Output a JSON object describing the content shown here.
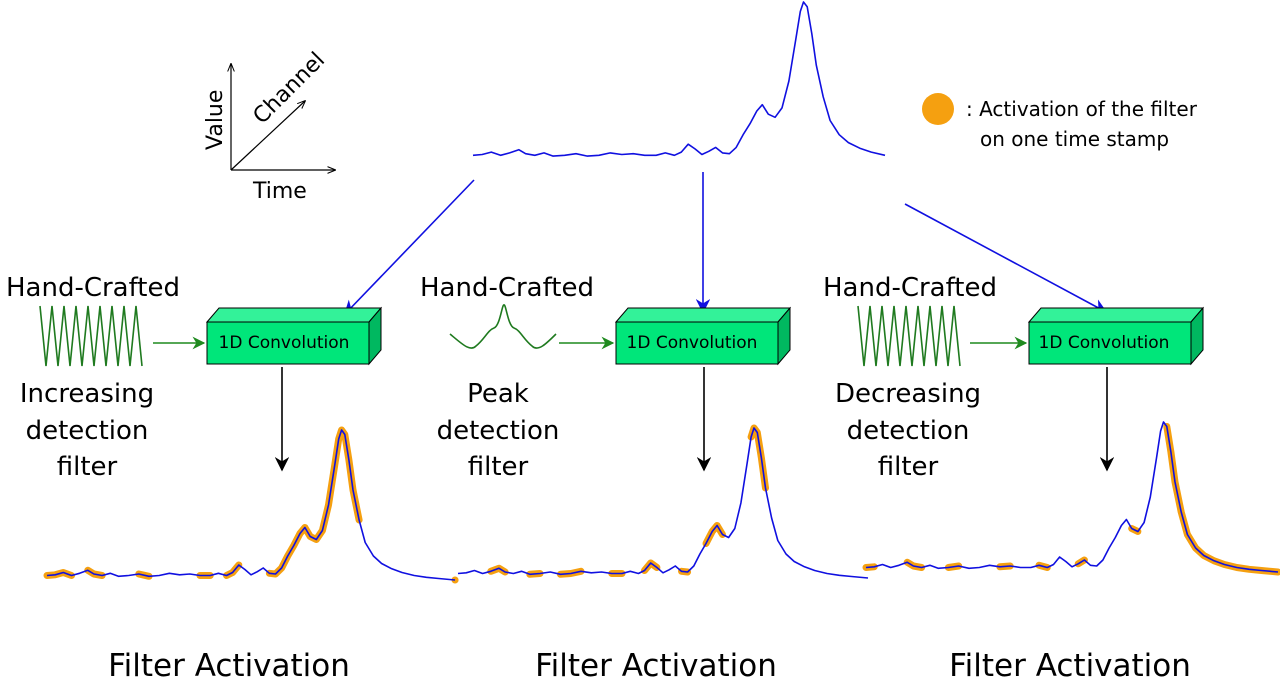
{
  "axes": {
    "value_label": "Value",
    "channel_label": "Channel",
    "time_label": "Time"
  },
  "legend": {
    "line1": ": Activation of the filter",
    "line2": "on one time stamp",
    "marker_color": "#f5a010"
  },
  "filters": [
    {
      "title": "Hand-Crafted",
      "name_lines": [
        "Increasing",
        "detection",
        "filter"
      ],
      "shape": "zigzag",
      "conv_label": "1D Convolution",
      "output_label": "Filter Activation"
    },
    {
      "title": "Hand-Crafted",
      "name_lines": [
        "Peak",
        "detection",
        "filter"
      ],
      "shape": "peak",
      "conv_label": "1D Convolution",
      "output_label": "Filter Activation"
    },
    {
      "title": "Hand-Crafted",
      "name_lines": [
        "Decreasing",
        "detection",
        "filter"
      ],
      "shape": "zigzag",
      "conv_label": "1D Convolution",
      "output_label": "Filter Activation"
    }
  ],
  "colors": {
    "signal": "#1010e0",
    "activation": "#f5a010",
    "filter": "#1f7a1f",
    "box_front": "#00e67a",
    "box_top": "#33f299",
    "box_side": "#00b860",
    "arrow_blue": "#1010e0",
    "arrow_green": "#1f8a1f"
  }
}
